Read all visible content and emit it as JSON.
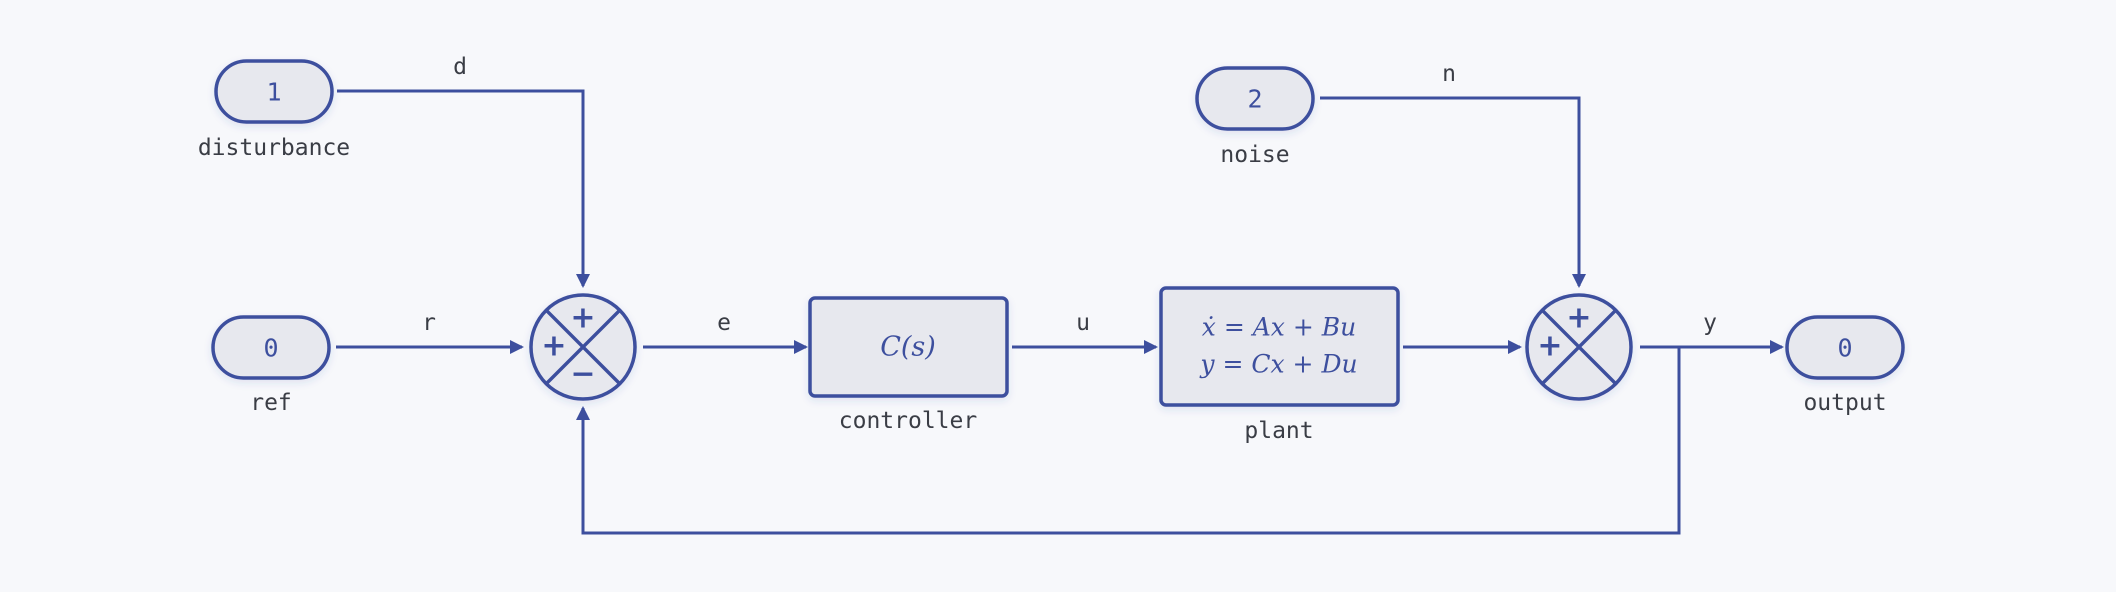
{
  "colors": {
    "background": "#f7f8fb",
    "stroke": "#3d4f9e",
    "fill": "#e7e8ee",
    "text": "#3a3d45"
  },
  "ports": {
    "disturbance": {
      "value": "1",
      "label": "disturbance"
    },
    "ref": {
      "value": "0",
      "label": "ref"
    },
    "noise": {
      "value": "2",
      "label": "noise"
    },
    "output": {
      "value": "0",
      "label": "output"
    }
  },
  "blocks": {
    "controller": {
      "expr": "C(s)",
      "label": "controller"
    },
    "plant": {
      "line1": "ẋ = Ax + Bu",
      "line2": "y = Cx + Du",
      "label": "plant"
    }
  },
  "sums": {
    "sum1": {
      "top": "+",
      "left": "+",
      "bottom": "−"
    },
    "sum2": {
      "top": "+",
      "left": "+"
    }
  },
  "signals": {
    "d": "d",
    "r": "r",
    "e": "e",
    "u": "u",
    "n": "n",
    "y": "y"
  }
}
